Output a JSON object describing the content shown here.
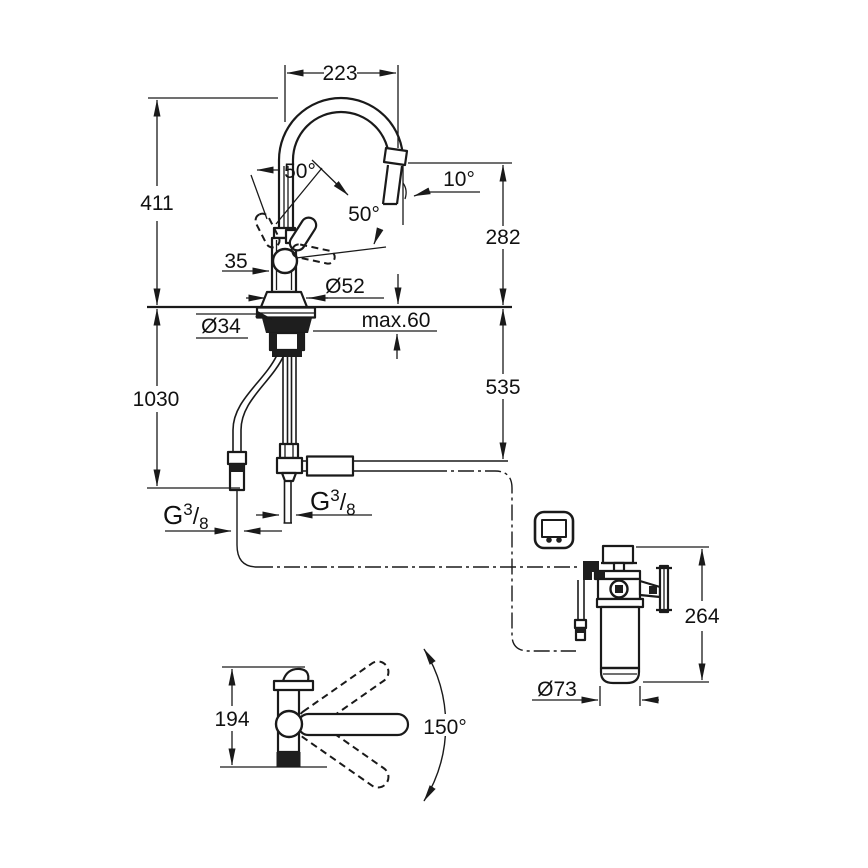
{
  "drawing": {
    "kind": "faucet-with-filter-installation-dimension-drawing",
    "line_color": "#1a1a1a",
    "background": "#ffffff"
  },
  "front_view": {
    "spout_reach": "223",
    "total_height": "411",
    "lever_swing_angle": "50°",
    "lever_lift_angle": "50°",
    "spout_tilt_angle": "10°",
    "spout_outlet_height": "282",
    "body_width": "35",
    "base_diameter": "Ø52",
    "hole_diameter": "Ø34",
    "max_deck_thickness": "max.60"
  },
  "installation": {
    "hose_length": "1030",
    "depth_below_counter": "535",
    "thread_left": {
      "letter": "G",
      "numerator": "3",
      "slash": "/",
      "denominator": "8"
    },
    "thread_center": {
      "letter": "G",
      "numerator": "3",
      "slash": "/",
      "denominator": "8"
    }
  },
  "filter_unit": {
    "height": "264",
    "diameter": "Ø73"
  },
  "side_view": {
    "height": "194",
    "swivel_angle": "150°"
  }
}
